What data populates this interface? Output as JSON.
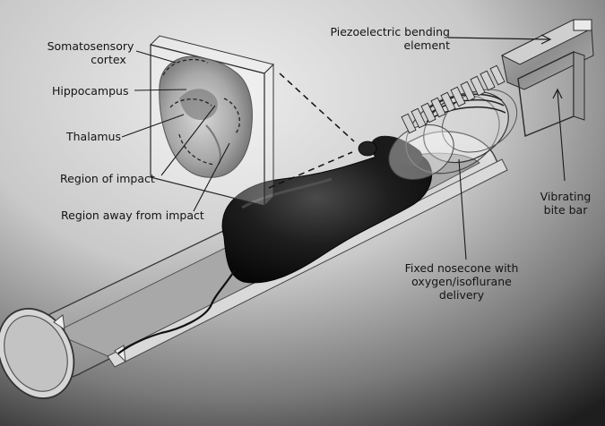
{
  "labels": {
    "somatosensory_line1": "Somatosensory",
    "somatosensory_line2": "cortex",
    "hippocampus": "Hippocampus",
    "thalamus": "Thalamus",
    "region_of_impact": "Region of impact",
    "region_away": "Region away from impact",
    "piezo_line1": "Piezoelectric bending",
    "piezo_line2": "element",
    "bite_bar_line1": "Vibrating",
    "bite_bar_line2": "bite bar",
    "nosecone_line1": "Fixed nosecone with",
    "nosecone_line2": "oxygen/isoflurane",
    "nosecone_line3": "delivery"
  },
  "colors": {
    "background_light": "#e6e6e6",
    "background_dark": "#1c1c1c",
    "text": "#141414",
    "mouse_body": "#141414",
    "tube": "#bdbdbd"
  }
}
